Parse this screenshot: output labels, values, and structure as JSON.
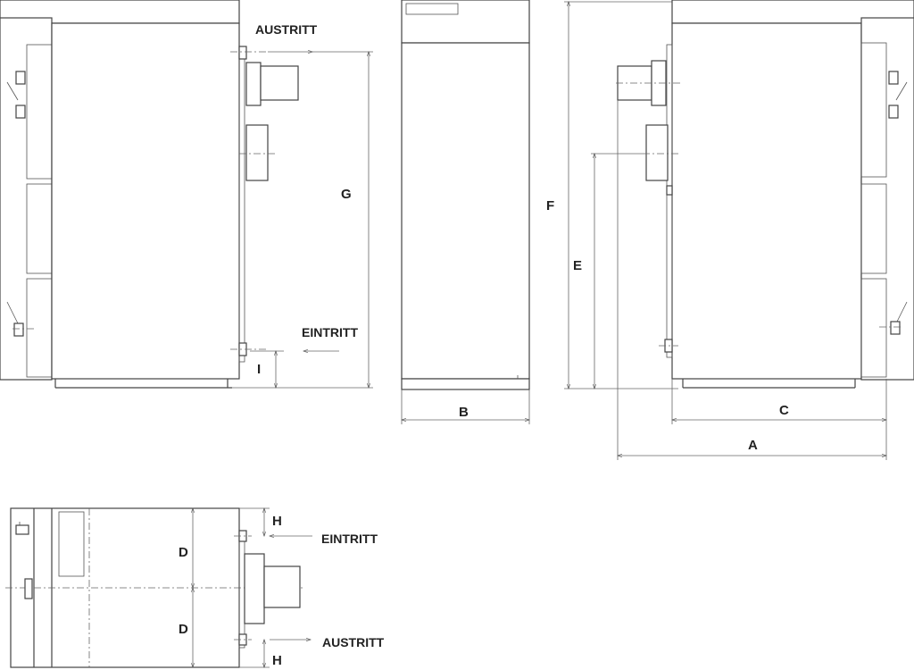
{
  "labels": {
    "austritt_front": "AUSTRITT",
    "eintritt_front": "EINTRITT",
    "eintritt_top": "EINTRITT",
    "austritt_top": "AUSTRITT",
    "dim_g": "G",
    "dim_i": "I",
    "dim_b": "B",
    "dim_f": "F",
    "dim_e": "E",
    "dim_c": "C",
    "dim_a": "A",
    "dim_d_upper": "D",
    "dim_d_lower": "D",
    "dim_h_upper": "H",
    "dim_h_lower": "H"
  }
}
